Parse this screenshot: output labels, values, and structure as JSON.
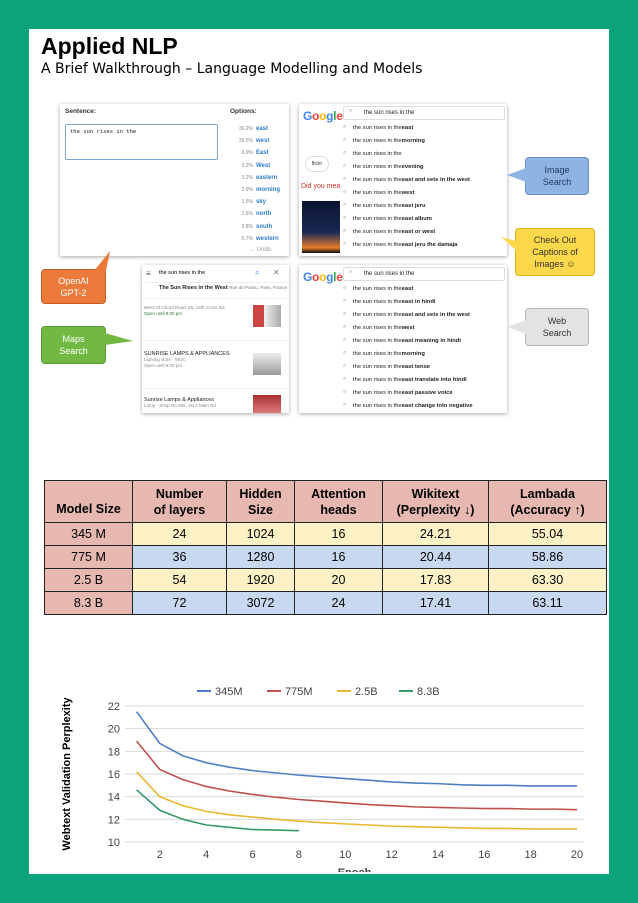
{
  "header": {
    "title": "Applied NLP",
    "subtitle": "A Brief Walkthrough – Language Modelling and Models"
  },
  "gpt2_demo": {
    "sentence_label": "Sentence:",
    "options_label": "Options:",
    "sentence_value": "the sun rises in the",
    "options": [
      {
        "prob": "36.2%",
        "word": "east"
      },
      {
        "prob": "35.5%",
        "word": "west"
      },
      {
        "prob": "6.9%",
        "word": "East"
      },
      {
        "prob": "3.2%",
        "word": "West"
      },
      {
        "prob": "3.2%",
        "word": "eastern"
      },
      {
        "prob": "2.9%",
        "word": "morning"
      },
      {
        "prob": "1.5%",
        "word": "sky"
      },
      {
        "prob": "1.6%",
        "word": "north"
      },
      {
        "prob": "0.8%",
        "word": "south"
      },
      {
        "prob": "0.7%",
        "word": "western"
      }
    ],
    "undo": "← Undo"
  },
  "google_image": {
    "logo": [
      "G",
      "o",
      "o",
      "g",
      "l",
      "e"
    ],
    "query": "the sun rises in the",
    "chip": "flickr",
    "did_you_mean": "Did you mea",
    "suggestions": [
      {
        "base": "the sun rises in the",
        "bold": " east"
      },
      {
        "base": "the sun rises in the",
        "bold": " morning"
      },
      {
        "base": "the sun rises in the",
        "bold": ""
      },
      {
        "base": "the sun rises in the",
        "bold": " evening"
      },
      {
        "base": "the sun rises in the",
        "bold": " east and sets in the west"
      },
      {
        "base": "the sun rises in the",
        "bold": " west"
      },
      {
        "base": "the sun rises in the",
        "bold": " east jeru"
      },
      {
        "base": "the sun rises in the",
        "bold": " east album"
      },
      {
        "base": "the sun rises in the",
        "bold": " east or west"
      },
      {
        "base": "the sun rises in the",
        "bold": " east jeru the damaja"
      }
    ]
  },
  "maps_demo": {
    "query": "the sun rises in the",
    "results": [
      {
        "title": "The Sun Rises in the West",
        "sub": "Rue de Poitou, Paris, France"
      },
      {
        "title": "",
        "sub": "West Of Chord Road, 85, 14th Cross Rd"
      },
      {
        "title": "SUNRISE LAMPS & APPLIANCES",
        "sub": "Lighting store · WDC"
      },
      {
        "title": "Sunrise Lamps & Appliances",
        "sub": "Lamp · Shop No.#56, 1st A Main Rd"
      }
    ],
    "open_until": "Open until 9:00 pm"
  },
  "google_web": {
    "query": "the sun rises in the",
    "suggestions": [
      {
        "base": "the sun rises in the",
        "bold": " east"
      },
      {
        "base": "the sun rises in the",
        "bold": " east in hindi"
      },
      {
        "base": "the sun rises in the",
        "bold": " east and sets in the west"
      },
      {
        "base": "the sun rises in the",
        "bold": " west"
      },
      {
        "base": "the sun rises in the",
        "bold": " east meaning in hindi"
      },
      {
        "base": "the sun rises in the",
        "bold": " morning"
      },
      {
        "base": "the sun rises in the",
        "bold": " east tense"
      },
      {
        "base": "the sun rises in the",
        "bold": " east translate into hindi"
      },
      {
        "base": "the sun rises in the",
        "bold": " east passive voice"
      },
      {
        "base": "the sun rises in the",
        "bold": " east change into negative"
      }
    ]
  },
  "callouts": {
    "openai": "OpenAI\nGPT-2",
    "maps": "Maps\nSearch",
    "image": "Image\nSearch",
    "captions": "Check Out\nCaptions of\nImages ☺",
    "web": "Web\nSearch"
  },
  "table": {
    "headers": [
      "Model Size",
      "Number of layers",
      "Hidden Size",
      "Attention heads",
      "Wikitext (Perplexity ↓)",
      "Lambada (Accuracy ↑)"
    ],
    "rows": [
      [
        "345 M",
        "24",
        "1024",
        "16",
        "24.21",
        "55.04"
      ],
      [
        "775 M",
        "36",
        "1280",
        "16",
        "20.44",
        "58.86"
      ],
      [
        "2.5 B",
        "54",
        "1920",
        "20",
        "17.83",
        "63.30"
      ],
      [
        "8.3 B",
        "72",
        "3072",
        "24",
        "17.41",
        "63.11"
      ]
    ]
  },
  "chart_data": {
    "type": "line",
    "title": "",
    "xlabel": "Epoch",
    "ylabel": "Webtext Validation Perplexity",
    "xlim": [
      0.5,
      20.3
    ],
    "ylim": [
      10,
      22
    ],
    "xticks": [
      2,
      4,
      6,
      8,
      10,
      12,
      14,
      16,
      18,
      20
    ],
    "yticks": [
      10,
      12,
      14,
      16,
      18,
      20,
      22
    ],
    "grid": true,
    "legend": "top",
    "series": [
      {
        "name": "345M",
        "color": "#4e7fc4",
        "x": [
          1,
          2,
          3,
          4,
          5,
          6,
          7,
          8,
          9,
          10,
          11,
          12,
          13,
          14,
          15,
          16,
          17,
          18,
          19,
          20
        ],
        "values": [
          21.5,
          18.7,
          17.6,
          17.0,
          16.6,
          16.3,
          16.1,
          15.9,
          15.75,
          15.6,
          15.45,
          15.3,
          15.2,
          15.15,
          15.05,
          15.0,
          15.0,
          14.95,
          14.95,
          14.95
        ]
      },
      {
        "name": "775M",
        "color": "#c0504d",
        "x": [
          1,
          2,
          3,
          4,
          5,
          6,
          7,
          8,
          9,
          10,
          11,
          12,
          13,
          14,
          15,
          16,
          17,
          18,
          19,
          20
        ],
        "values": [
          18.9,
          16.4,
          15.5,
          14.9,
          14.5,
          14.2,
          13.95,
          13.75,
          13.6,
          13.45,
          13.3,
          13.2,
          13.1,
          13.05,
          13.0,
          12.95,
          12.95,
          12.9,
          12.9,
          12.85
        ]
      },
      {
        "name": "2.5B",
        "color": "#e8b92f",
        "x": [
          1,
          2,
          3,
          4,
          5,
          6,
          7,
          8,
          9,
          10,
          11,
          12,
          13,
          14,
          15,
          16,
          17,
          18,
          19,
          20
        ],
        "values": [
          16.2,
          14.0,
          13.2,
          12.7,
          12.4,
          12.2,
          12.0,
          11.85,
          11.7,
          11.6,
          11.5,
          11.4,
          11.35,
          11.3,
          11.25,
          11.2,
          11.2,
          11.15,
          11.15,
          11.15
        ]
      },
      {
        "name": "8.3B",
        "color": "#3a9a6a",
        "x": [
          1,
          2,
          3,
          4,
          5,
          6,
          7,
          8
        ],
        "values": [
          14.6,
          12.8,
          12.0,
          11.5,
          11.3,
          11.1,
          11.05,
          11.0
        ]
      }
    ]
  }
}
